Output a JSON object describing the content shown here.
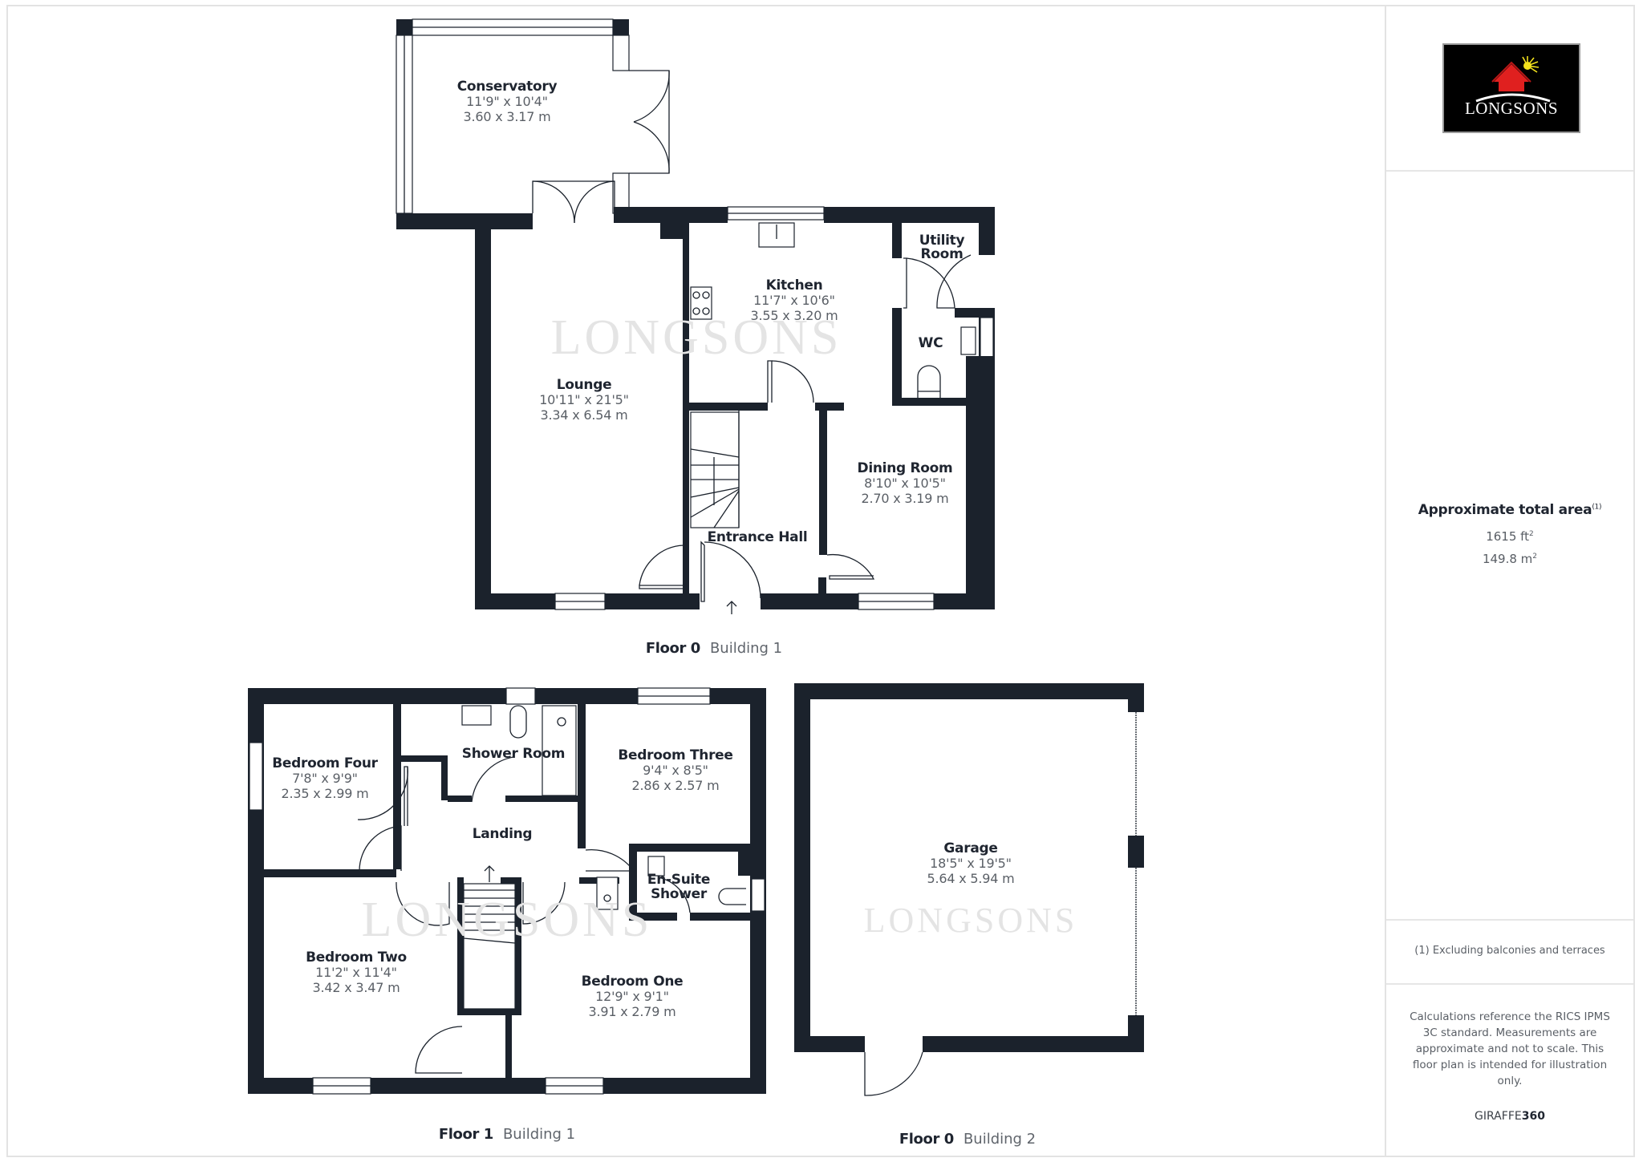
{
  "document": {
    "watermark": "LONGSONS",
    "wall_color": "#1b222c"
  },
  "floors": [
    {
      "id": "floor0_building1",
      "floor": "Floor 0",
      "building": "Building 1",
      "rooms": [
        {
          "name": "Conservatory",
          "imperial": "11'9\" x 10'4\"",
          "metric": "3.60 x 3.17 m"
        },
        {
          "name": "Kitchen",
          "imperial": "11'7\" x 10'6\"",
          "metric": "3.55 x 3.20 m"
        },
        {
          "name": "Utility Room",
          "imperial": "",
          "metric": ""
        },
        {
          "name": "WC",
          "imperial": "",
          "metric": ""
        },
        {
          "name": "Lounge",
          "imperial": "10'11\" x 21'5\"",
          "metric": "3.34 x 6.54 m"
        },
        {
          "name": "Dining Room",
          "imperial": "8'10\" x 10'5\"",
          "metric": "2.70 x 3.19 m"
        },
        {
          "name": "Entrance Hall",
          "imperial": "",
          "metric": ""
        }
      ]
    },
    {
      "id": "floor1_building1",
      "floor": "Floor 1",
      "building": "Building 1",
      "rooms": [
        {
          "name": "Bedroom Four",
          "imperial": "7'8\" x 9'9\"",
          "metric": "2.35 x 2.99 m"
        },
        {
          "name": "Shower Room",
          "imperial": "",
          "metric": ""
        },
        {
          "name": "Bedroom Three",
          "imperial": "9'4\" x 8'5\"",
          "metric": "2.86 x 2.57 m"
        },
        {
          "name": "Landing",
          "imperial": "",
          "metric": ""
        },
        {
          "name": "En-Suite Shower",
          "imperial": "",
          "metric": ""
        },
        {
          "name": "Bedroom Two",
          "imperial": "11'2\" x 11'4\"",
          "metric": "3.42 x 3.47 m"
        },
        {
          "name": "Bedroom One",
          "imperial": "12'9\" x 9'1\"",
          "metric": "3.91 x 2.79 m"
        }
      ]
    },
    {
      "id": "floor0_building2",
      "floor": "Floor 0",
      "building": "Building 2",
      "rooms": [
        {
          "name": "Garage",
          "imperial": "18'5\" x 19'5\"",
          "metric": "5.64 x 5.94 m"
        }
      ]
    }
  ],
  "sidebar": {
    "logo_text": "LONGSONS",
    "logo_colors": {
      "background": "#000000",
      "roof": "#e0201f",
      "sun": "#f3e21c",
      "text": "#ffffff"
    },
    "area_title": "Approximate total area",
    "area_footnote_marker": "(1)",
    "area_sqft": "1615 ft",
    "area_sqm": "149.8 m",
    "unit_power": "2",
    "footnote": "(1) Excluding balconies and terraces",
    "disclaimer": "Calculations reference the RICS IPMS 3C standard. Measurements are approximate and not to scale. This floor plan is intended for illustration only.",
    "brand_prefix": "GIRAFFE",
    "brand_suffix": "360"
  }
}
